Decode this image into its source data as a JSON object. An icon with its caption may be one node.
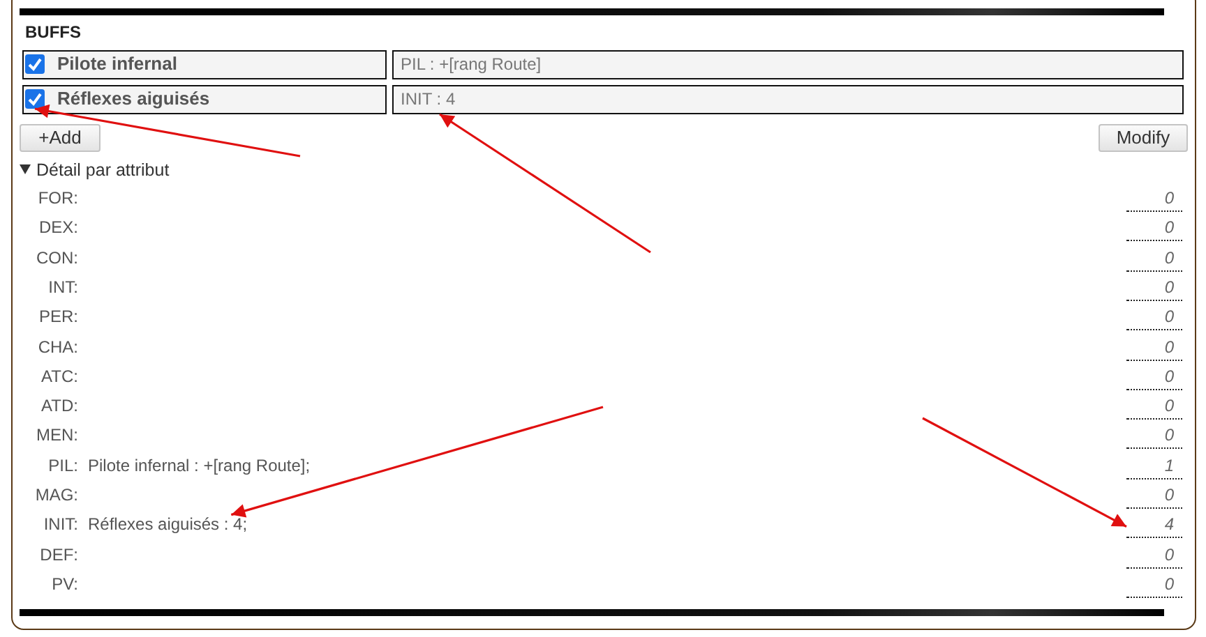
{
  "diagram": {
    "nodes": [
      {
        "text": [],
        "shape": "box"
      },
      {
        "text": [
          "PIL : +[rang Route]"
        ]
      },
      {
        "text": [],
        "shape": "box"
      },
      {
        "text": [
          "INIT : 4"
        ]
      },
      {
        "text": [
          "Réflexes aiguisés : 4;"
        ]
      },
      {
        "text": [
          "4"
        ]
      }
    ],
    "edges": [
      {
        "from": null,
        "to": 2,
        "arrow": "to"
      },
      {
        "from": null,
        "to": 3,
        "arrow": "to"
      },
      {
        "from": null,
        "to": 4,
        "arrow": "to"
      },
      {
        "from": null,
        "to": 5,
        "arrow": "to"
      }
    ],
    "labels": [
      "BUFFS",
      "Pilote infernal",
      "Réflexes aiguisés",
      "+Add",
      "Modify",
      "Détail par attribut",
      "FOR:",
      "0",
      "DEX:",
      "0",
      "CON:",
      "0",
      "INT:",
      "0",
      "PER:",
      "0",
      "CHA:",
      "0",
      "ATC:",
      "0",
      "ATD:",
      "0",
      "MEN:",
      "0",
      "PIL:",
      "Pilote infernal : +[rang Route];",
      "1",
      "MAG:",
      "0",
      "INIT:",
      "DEF:",
      "0",
      "PV:",
      "0"
    ]
  }
}
